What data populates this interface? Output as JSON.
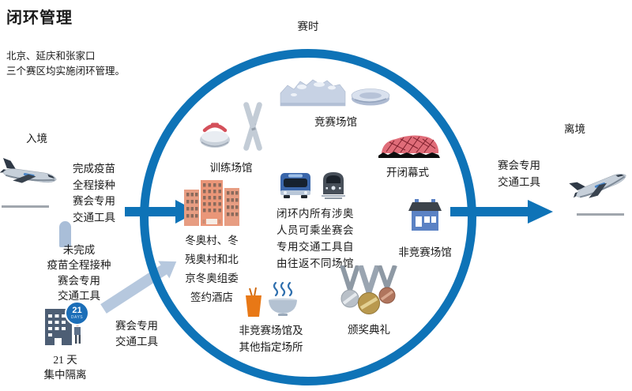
{
  "page": {
    "title": "闭环管理",
    "subtitle": [
      "北京、延庆和张家口",
      "三个赛区均实施闭环管理。"
    ]
  },
  "top": {
    "phase_label": "赛时"
  },
  "entry": {
    "label": "入境",
    "vaccinated": [
      "完成疫苗",
      "全程接种",
      "赛会专用",
      "交通工具"
    ],
    "unvaccinated": [
      "未完成",
      "疫苗全程接种",
      "赛会专用",
      "交通工具"
    ],
    "quarantine": {
      "badge_number": "21",
      "badge_unit": "DAYS",
      "caption": [
        "21 天",
        "集中隔离"
      ]
    },
    "transport": [
      "赛会专用",
      "交通工具"
    ]
  },
  "loop": {
    "training": "训练场馆",
    "competition": "竞赛场馆",
    "ceremonies": "开闭幕式",
    "hotels": [
      "冬奥村、冬",
      "残奥村和北",
      "京冬奥组委",
      "签约酒店"
    ],
    "transport_note": [
      "闭环内所有涉奥",
      "人员可乘坐赛会",
      "专用交通工具自",
      "由往返不同场馆"
    ],
    "non_competition": "非竞赛场馆",
    "other_places": [
      "非竞赛场馆及",
      "其他指定场所"
    ],
    "medal_ceremony": "颁奖典礼"
  },
  "exit": {
    "label": "离境",
    "transport": [
      "赛会专用",
      "交通工具"
    ]
  },
  "colors": {
    "loop_blue": "#0e73b7",
    "light_arrow": "#b6c8de",
    "nest_red": "#e06d79",
    "hotel_salmon": "#ea9678",
    "drink_orange": "#e87816"
  }
}
